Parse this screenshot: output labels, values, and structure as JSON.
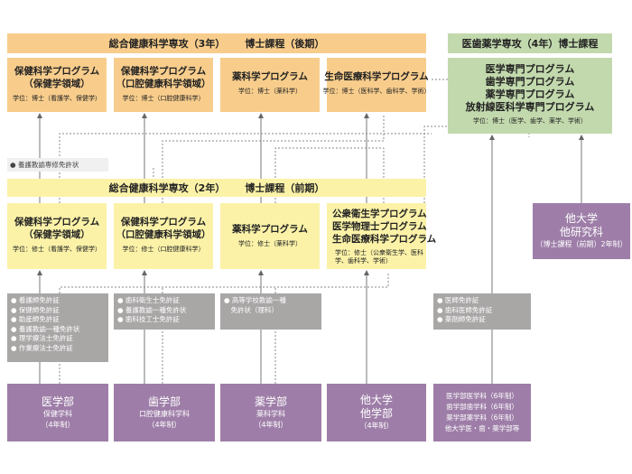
{
  "top_banner": {
    "left": "総合健康科学専攻（3年）",
    "right": "博士課程（後期）"
  },
  "green_banner": "医歯薬学専攻（4年）博士課程",
  "doctoral_programs": [
    {
      "name1": "保健科学プログラム",
      "name2": "（保健学領域）",
      "degree": "学位：博士（看護学、保健学）"
    },
    {
      "name1": "保健科学プログラム",
      "name2": "（口腔健康科学領域）",
      "degree": "学位：博士（口腔健康科学）"
    },
    {
      "name1": "薬科学プログラム",
      "name2": "",
      "degree": "学位：博士（薬科学）"
    },
    {
      "name1": "生命医療科学プログラム",
      "name2": "",
      "degree": "学位：博士（医科学、歯科学、学術）"
    }
  ],
  "green_program": {
    "names": [
      "医学専門プログラム",
      "歯学専門プログラム",
      "薬学専門プログラム",
      "放射線医科学専門プログラム"
    ],
    "degree": "学位：博士（医学、歯学、薬学、学術）"
  },
  "yogo_note": "● 養護教諭専修免許状",
  "mid_banner": {
    "left": "総合健康科学専攻（2年）",
    "right": "博士課程（前期）"
  },
  "masters_programs": [
    {
      "names": [
        "保健科学プログラム",
        "（保健学領域）"
      ],
      "degree": "学位：修士（看護学、保健学）"
    },
    {
      "names": [
        "保健科学プログラム",
        "（口腔健康科学領域）"
      ],
      "degree": "学位：修士（口腔健康科学）"
    },
    {
      "names": [
        "薬科学プログラム"
      ],
      "degree": "学位：修士（薬科学）"
    },
    {
      "names": [
        "公衆衛生学プログラム",
        "医学物理士プログラム",
        "生命医療科学プログラム"
      ],
      "degree": "学位：修士（公衆衛生学、医科学、歯科学、学術）"
    }
  ],
  "other_grad": {
    "line1": "他大学",
    "line2": "他研究科",
    "line3": "（博士課程（前期）2年制）"
  },
  "licenses": [
    [
      "● 看護師免許証",
      "● 保健師免許証",
      "● 助産師免許証",
      "● 養護教諭一種免許状",
      "● 理学療法士免許証",
      "● 作業療法士免許証"
    ],
    [
      "● 歯科衛生士免許証",
      "● 養護教諭一種免許状",
      "● 歯科技工士免許証"
    ],
    [
      "● 高等学校教諭一種",
      "　免許状（理科）"
    ],
    [
      "● 医師免許証",
      "● 歯科医師免許証",
      "● 薬剤師免許証"
    ]
  ],
  "undergrad": [
    {
      "t1": "医学部",
      "t2": "保健学科",
      "t3": "（4年制）"
    },
    {
      "t1": "歯学部",
      "t2": "口腔健康科学科",
      "t3": "（4年制）"
    },
    {
      "t1": "薬学部",
      "t2": "薬科学科",
      "t3": "（4年制）"
    },
    {
      "t1": "他大学",
      "t2": "他学部",
      "t3": "（4年制）"
    }
  ],
  "six_year": [
    "医学部医学科（6年制）",
    "歯学部歯学科（6年制）",
    "薬学部薬学科（6年制）",
    "他大学医・歯・薬学部等"
  ],
  "colors": {
    "orange": "#f8cd8c",
    "yellow": "#fbf2a8",
    "green": "#c2d9ad",
    "gray": "#a9a6a6",
    "purple": "#9e7ea8"
  }
}
